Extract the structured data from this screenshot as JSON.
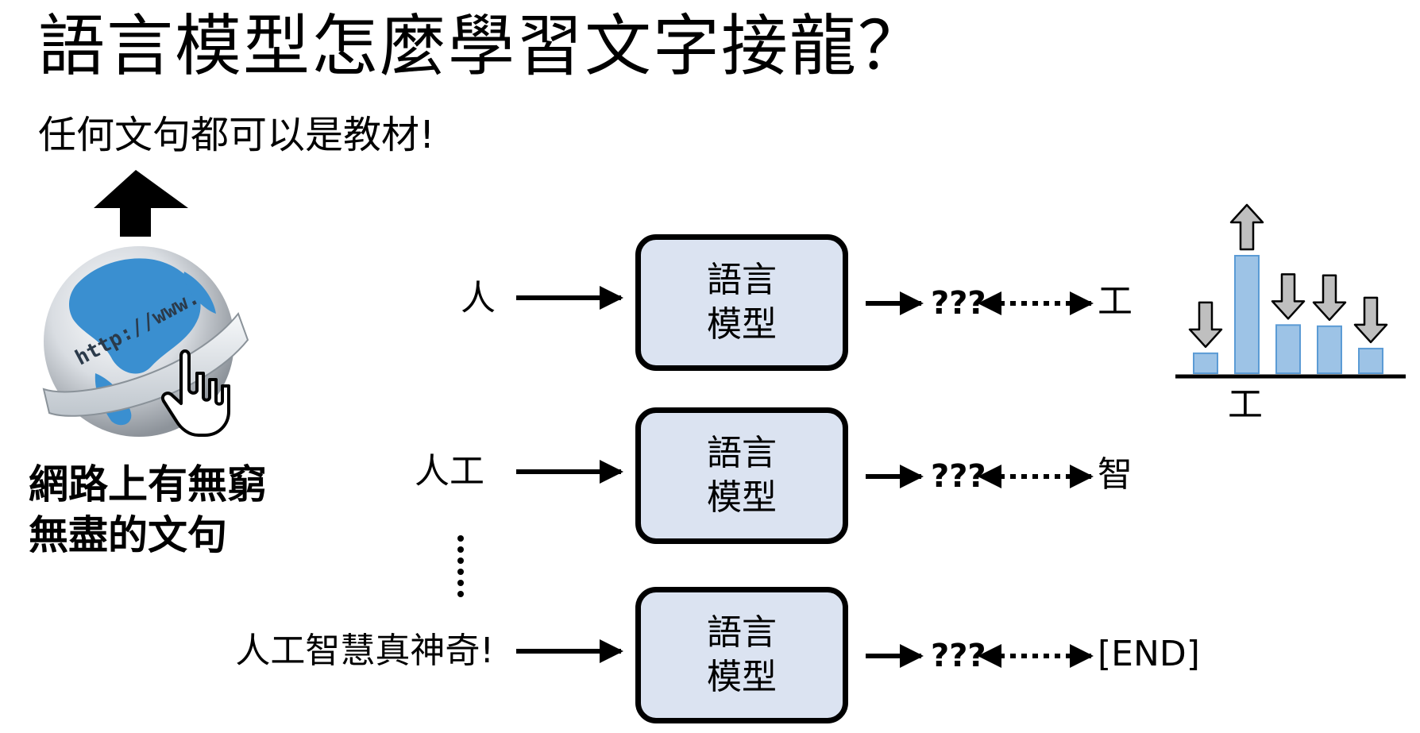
{
  "title": "語言模型怎麼學習文字接龍？",
  "subtitle": "任何文句都可以是教材!",
  "web": {
    "url_text": "http://www.",
    "caption_lines": [
      "網路上有無窮",
      "無盡的文句"
    ]
  },
  "model_label_lines": [
    "語言",
    "模型"
  ],
  "rows": [
    {
      "input": "人",
      "output": "???",
      "answer": "工"
    },
    {
      "input": "人工",
      "output": "???",
      "answer": "智"
    },
    {
      "input": "人工智慧真神奇!",
      "output": "???",
      "answer": "[END]"
    }
  ],
  "distribution": {
    "label": "工",
    "bars": [
      {
        "value": 0.17,
        "direction": "down"
      },
      {
        "value": 1.0,
        "direction": "up"
      },
      {
        "value": 0.41,
        "direction": "down"
      },
      {
        "value": 0.4,
        "direction": "down"
      },
      {
        "value": 0.21,
        "direction": "down"
      }
    ]
  },
  "colors": {
    "model_box_fill": "#dbe3f1",
    "bar_fill": "#9dc3e6",
    "bar_stroke": "#5b9bd5",
    "arrow_gray": "#bfbfbf"
  }
}
